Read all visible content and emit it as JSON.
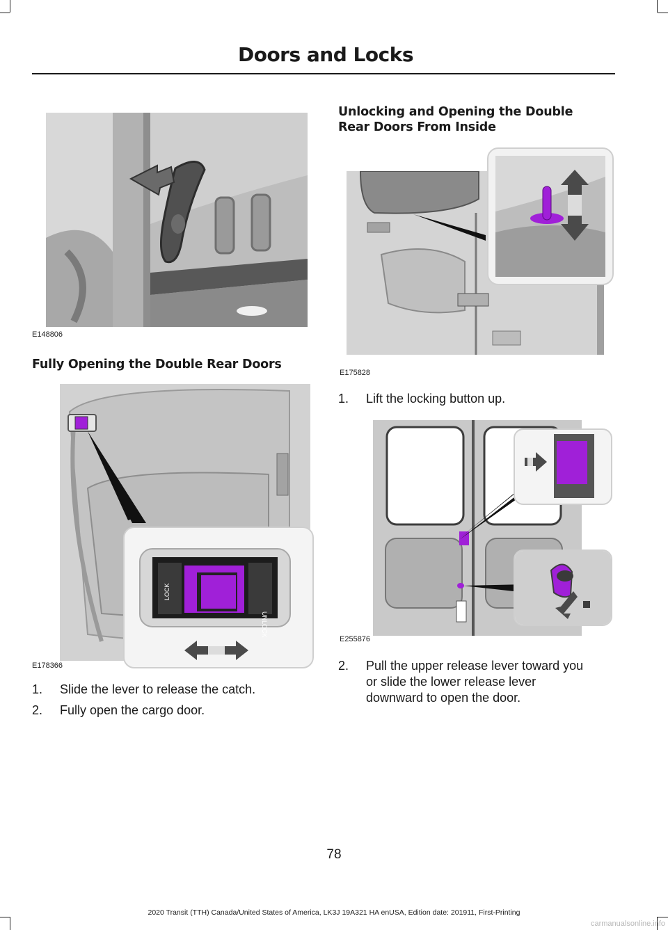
{
  "header": {
    "title": "Doors and Locks"
  },
  "colors": {
    "highlight": "#a020d8",
    "panel": "#c9c9c9",
    "dark": "#3a3a3a"
  },
  "figures": {
    "hinge_arm": {
      "code": "E148806",
      "icon": "hinge-lever-illustration"
    },
    "lever_catch": {
      "code": "E178366",
      "icon": "lever-catch-illustration",
      "lock_label": "LOCK",
      "unlock_label": "UNLOCK"
    },
    "locking_button": {
      "code": "E175828",
      "icon": "locking-button-illustration"
    },
    "release_levers": {
      "code": "E255876",
      "icon": "release-levers-illustration"
    }
  },
  "left_column": {
    "heading": "Fully Opening the Double Rear Doors",
    "steps": [
      {
        "num": "1.",
        "text": "Slide the lever to release the catch."
      },
      {
        "num": "2.",
        "text": "Fully open the cargo door."
      }
    ]
  },
  "right_column": {
    "heading_line1": "Unlocking and Opening the Double",
    "heading_line2": "Rear Doors From Inside",
    "step1": {
      "num": "1.",
      "text": "Lift the locking button up."
    },
    "step2": {
      "num": "2.",
      "line1": "Pull the upper release lever toward you",
      "line2": "or slide the lower release lever",
      "line3": "downward to open the door."
    }
  },
  "page_number": "78",
  "footer": "2020 Transit (TTH) Canada/United States of America, LK3J 19A321 HA enUSA, Edition date: 201911, First-Printing",
  "watermark": "carmanualsonline.info"
}
